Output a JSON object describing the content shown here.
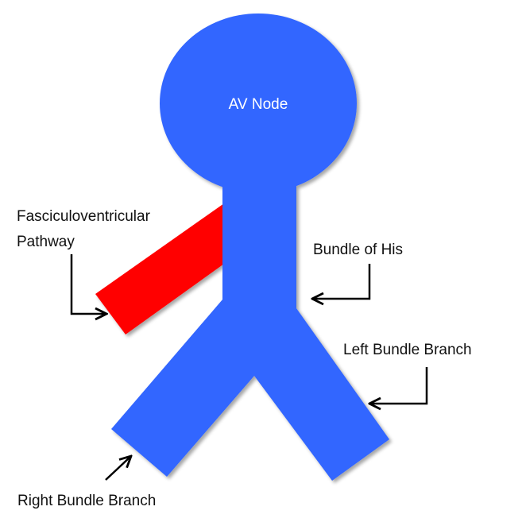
{
  "title": "Conduction system with fasciculoventricular pathway",
  "colors": {
    "conduction": "#3366ff",
    "pathway": "#ff0000",
    "arrow": "#000000"
  },
  "labels": {
    "av_node": "AV Node",
    "fasciculoventricular_line1": "Fasciculoventricular",
    "fasciculoventricular_line2": "Pathway",
    "bundle_of_his": "Bundle of His",
    "left_bundle_branch": "Left Bundle Branch",
    "right_bundle_branch": "Right Bundle Branch"
  }
}
